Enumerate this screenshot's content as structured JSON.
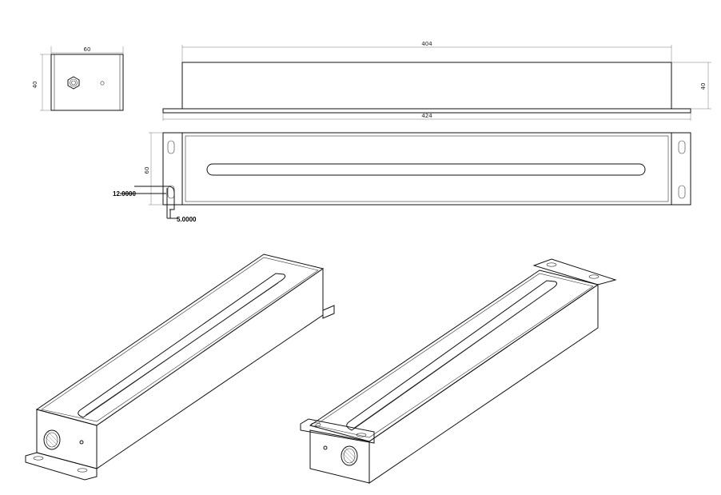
{
  "drawing": {
    "dims": {
      "side_width": "60",
      "side_height": "40",
      "top_length": "404",
      "right_height": "40",
      "base_length": "424",
      "plan_width": "60",
      "slot_offset": "12.0000",
      "slot_inset": "5.0000"
    }
  }
}
